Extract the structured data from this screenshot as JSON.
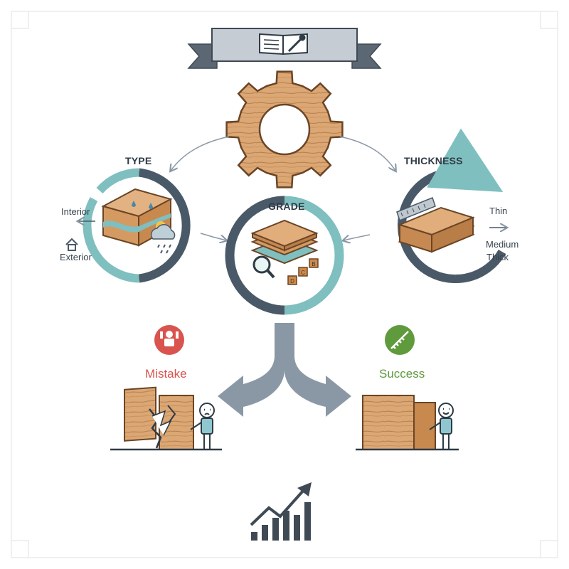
{
  "header": {
    "icon": "book-wrench-icon"
  },
  "center": {
    "icon": "wooden-gear-icon"
  },
  "factors": {
    "type": {
      "label": "TYPE",
      "options": [
        "Interior",
        "Exterior"
      ],
      "icons": [
        "wood-layers-icon",
        "rain-cloud-icon",
        "house-icon"
      ]
    },
    "grade": {
      "label": "GRADE",
      "icons": [
        "stacked-panels-icon",
        "magnifier-icon",
        "grade-blocks-icon"
      ]
    },
    "thickness": {
      "label": "THICKNESS",
      "options": [
        "Thin",
        "Medium",
        "Thick"
      ],
      "icons": [
        "ruler-icon",
        "plank-stack-icon"
      ]
    }
  },
  "outcomes": {
    "mistake": {
      "label": "Mistake",
      "icon": "cracked-panel-icon",
      "badge_icon": "worried-person-icon",
      "color": "#d9534f"
    },
    "success": {
      "label": "Success",
      "icon": "solid-panel-icon",
      "badge_icon": "ruler-check-icon",
      "color": "#5f9a3d"
    }
  },
  "footer": {
    "icon": "growth-chart-icon"
  },
  "colors": {
    "teal": "#7fbfbf",
    "slate": "#4a5968",
    "wood": "#d9a472",
    "wood_dark": "#8b5a2b",
    "arrow": "#8a98a6"
  }
}
